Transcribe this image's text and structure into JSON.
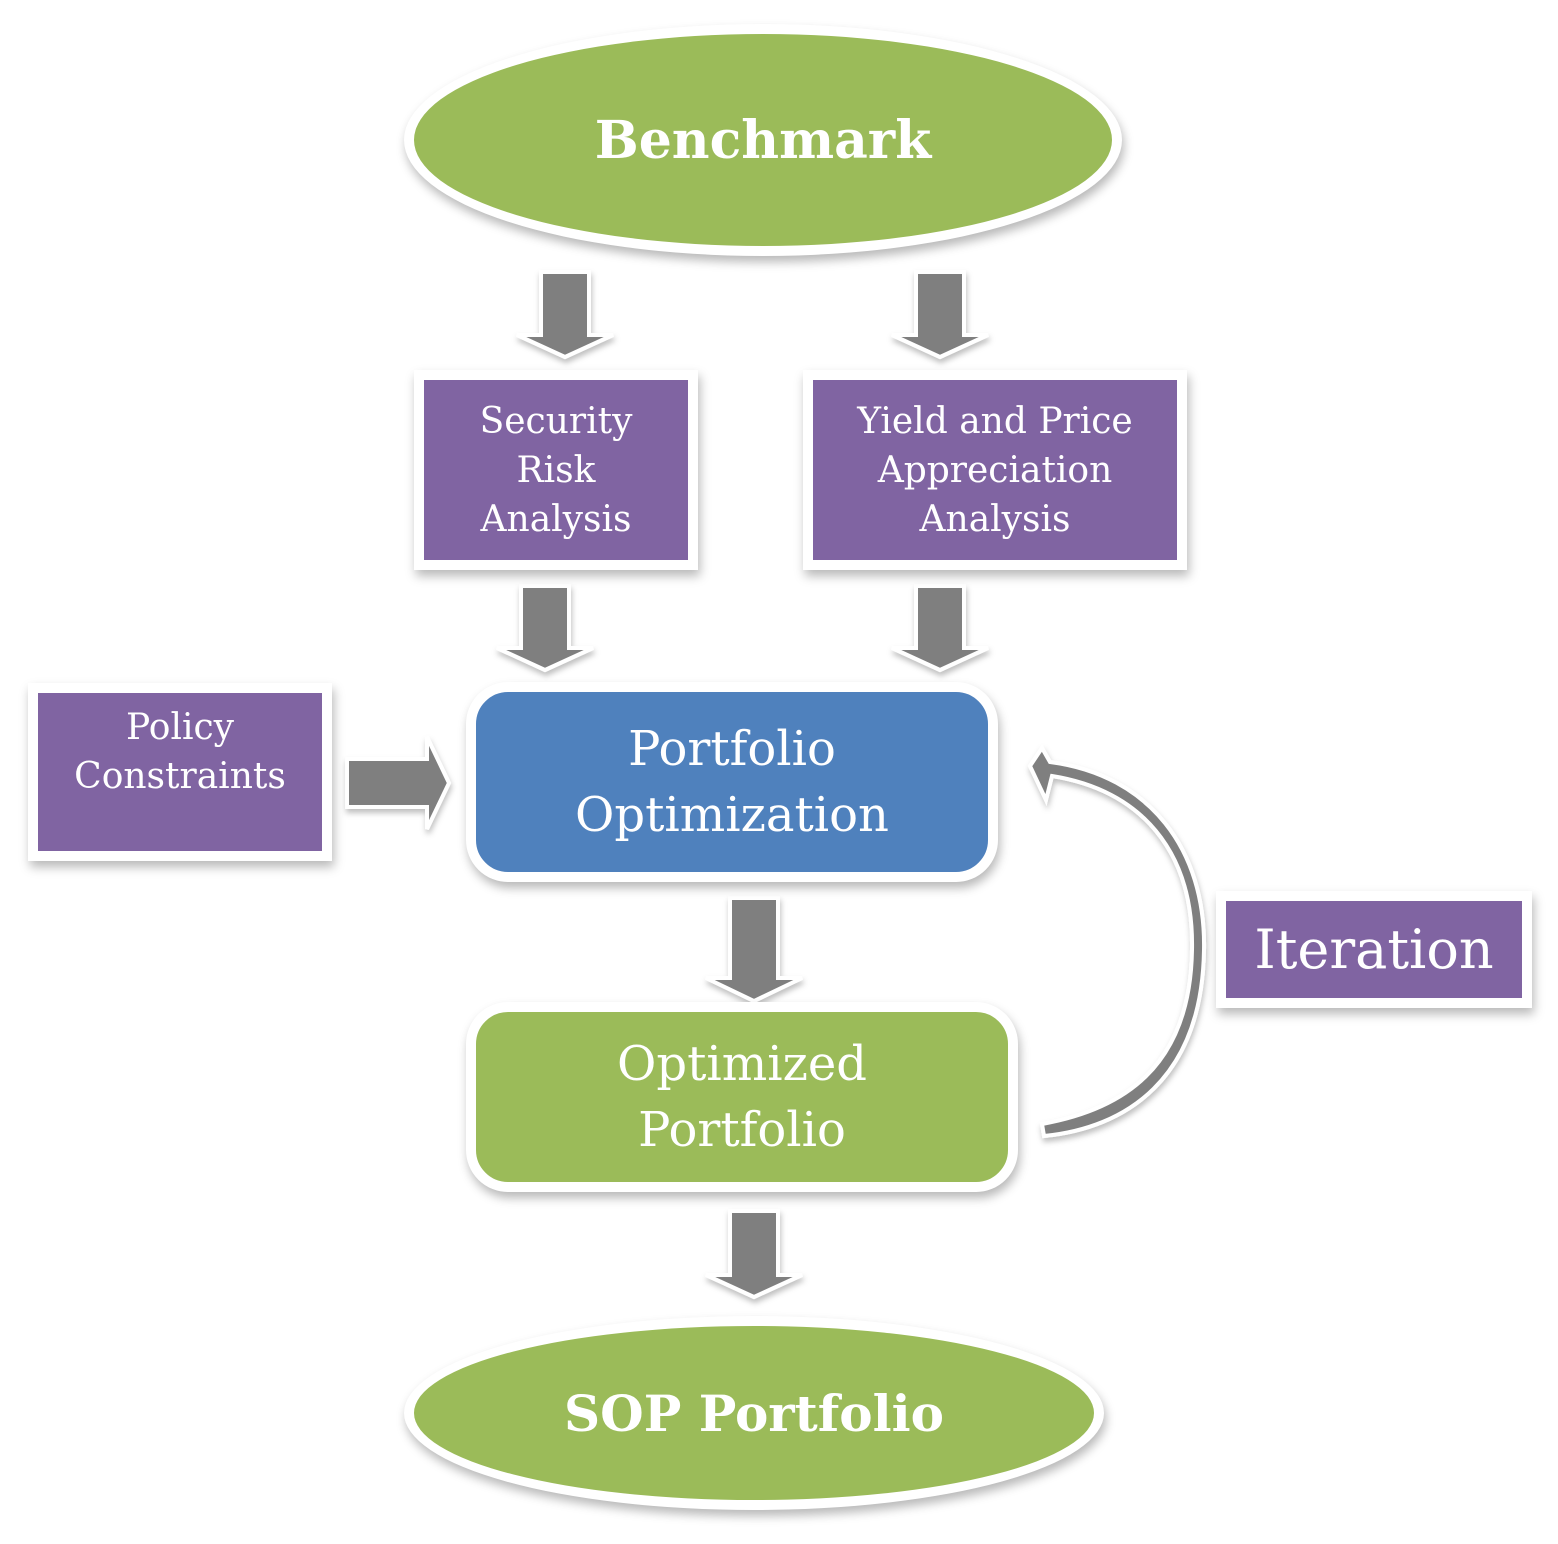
{
  "nodes": {
    "benchmark": {
      "label": "Benchmark"
    },
    "security_risk": {
      "lines": [
        "Security",
        "Risk",
        "Analysis"
      ]
    },
    "yield_price": {
      "lines": [
        "Yield and Price",
        "Appreciation",
        "Analysis"
      ]
    },
    "policy": {
      "lines": [
        "Policy",
        "Constraints"
      ]
    },
    "portfolio_optimization": {
      "lines": [
        "Portfolio",
        "Optimization"
      ]
    },
    "optimized_portfolio": {
      "lines": [
        "Optimized",
        "Portfolio"
      ]
    },
    "iteration": {
      "label": "Iteration"
    },
    "sop": {
      "label": "SOP Portfolio"
    }
  },
  "colors": {
    "purple": "#8064a2",
    "green": "#9bbb59",
    "blue": "#4f81bd",
    "arrow": "#7f7f7f"
  }
}
